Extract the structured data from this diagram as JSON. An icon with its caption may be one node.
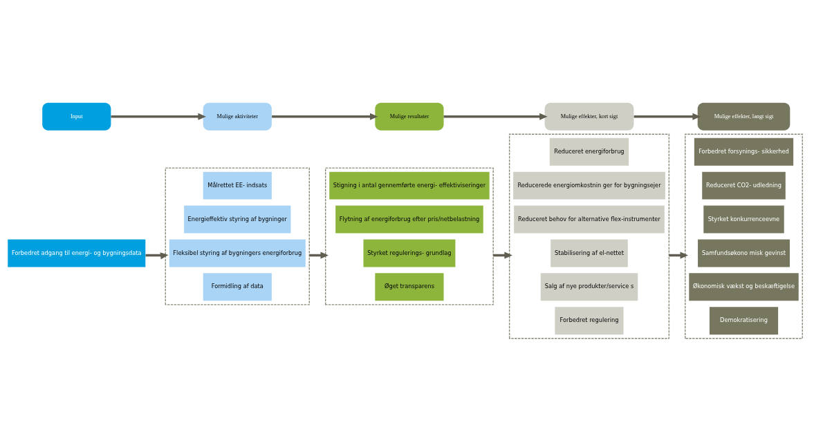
{
  "diagram": {
    "nodes": [
      {
        "text": [
          "Input"
        ]
      },
      {
        "text": [
          "Mulige aktiviteter"
        ]
      },
      {
        "text": [
          "Mulige resultater"
        ]
      },
      {
        "text": [
          "Mulige effekter, kort sigt"
        ]
      },
      {
        "text": [
          "Mulige effekter, langt sigt"
        ]
      },
      {
        "text": [
          "Forbedret adgang til energi- og bygningsdata"
        ]
      },
      {
        "text": [],
        "shape": "bracket"
      },
      {
        "text": [
          "Målrettet EE- indsats"
        ],
        "in": 6
      },
      {
        "text": [
          "Energieffektiv styring af bygninger"
        ],
        "in": 6
      },
      {
        "text": [
          "Fleksibel styring af bygningers energiforbrug"
        ],
        "in": 6
      },
      {
        "text": [
          "Formidling af data"
        ],
        "in": 6
      },
      {
        "text": [],
        "shape": "bracket"
      },
      {
        "text": [
          "Stigning i antal gennemførte energi- effektiviseringer"
        ],
        "in": 11
      },
      {
        "text": [
          "Flytning af energiforbrug efter pris/netbelastning"
        ],
        "in": 11
      },
      {
        "text": [
          "Styrket regulerings- grundlag"
        ],
        "in": 11
      },
      {
        "text": [
          "Øget transparens"
        ],
        "in": 11
      },
      {
        "text": [],
        "shape": "bracket"
      },
      {
        "text": [
          "Reduceret energiforbrug"
        ],
        "in": 16
      },
      {
        "text": [
          "Reducerede energiomkostnin ger for bygningsejer"
        ],
        "in": 16
      },
      {
        "text": [
          "Reduceret behov for alternative flex-instrumenter"
        ],
        "in": 16
      },
      {
        "text": [
          "Stabilisering af el-nettet"
        ],
        "in": 16
      },
      {
        "text": [
          "Salg af nye produkter/service s"
        ],
        "in": 16
      },
      {
        "text": [
          "Forbedret regulering"
        ],
        "in": 16
      },
      {
        "text": [],
        "shape": "bracket"
      },
      {
        "text": [
          "Forbedret forsynings- sikkerhed"
        ],
        "in": 23
      },
      {
        "text": [
          "Reduceret CO2- udledning"
        ],
        "in": 23
      },
      {
        "text": [
          "Styrket konkurrenceevne"
        ],
        "in": 23
      },
      {
        "text": [
          "Samfundsøkono misk gevinst"
        ],
        "in": 23
      },
      {
        "text": [
          "Økonomisk vækst og beskæftigelse"
        ],
        "in": 23
      },
      {
        "text": [
          "Demokratisering"
        ],
        "in": 23
      }
    ],
    "edges": [
      {
        "from": 0,
        "to": 1,
        "arrow": "to"
      },
      {
        "from": 1,
        "to": 2,
        "arrow": "to"
      },
      {
        "from": 2,
        "to": 3,
        "arrow": "to"
      },
      {
        "from": 3,
        "to": 4,
        "arrow": "to"
      },
      {
        "from": 5,
        "to": 6,
        "arrow": "to"
      },
      {
        "from": 6,
        "to": 11,
        "arrow": "to"
      },
      {
        "from": 11,
        "to": 16,
        "arrow": "to"
      },
      {
        "from": 16,
        "to": 23,
        "arrow": "to"
      }
    ]
  }
}
